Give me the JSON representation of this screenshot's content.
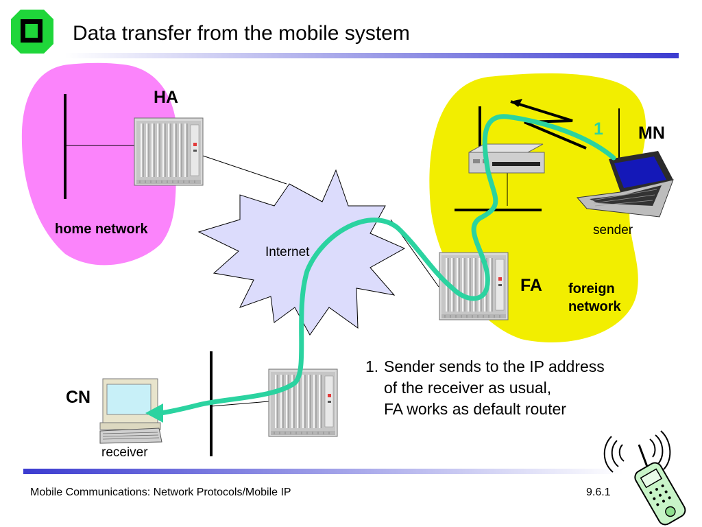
{
  "slide": {
    "title": "Data transfer from the mobile system"
  },
  "diagram": {
    "labels": {
      "ha": "HA",
      "mn": "MN",
      "fa": "FA",
      "cn": "CN",
      "step_number": "1",
      "home_network": "home network",
      "foreign_network_line1": "foreign",
      "foreign_network_line2": "network",
      "sender": "sender",
      "receiver": "receiver",
      "internet": "Internet"
    },
    "note": {
      "number": "1.",
      "lines": [
        "Sender sends to the IP address",
        "of the receiver as usual,",
        "FA works as default router"
      ]
    },
    "colors": {
      "home_network": "#fb84fb",
      "foreign_network": "#f2ee00",
      "internet": "#dcdcfc",
      "data_path": "#2bd3a0",
      "header_bar": "#3b3bd0",
      "logo": "#1fd63a"
    },
    "icons": [
      "university-logo-icon",
      "router-icon",
      "server-rack-icon",
      "laptop-icon",
      "desktop-computer-icon",
      "mobile-phone-icon",
      "wireless-link-icon"
    ]
  },
  "footer": {
    "left": "Mobile Communications: Network Protocols/Mobile IP",
    "right": "9.6.1"
  }
}
